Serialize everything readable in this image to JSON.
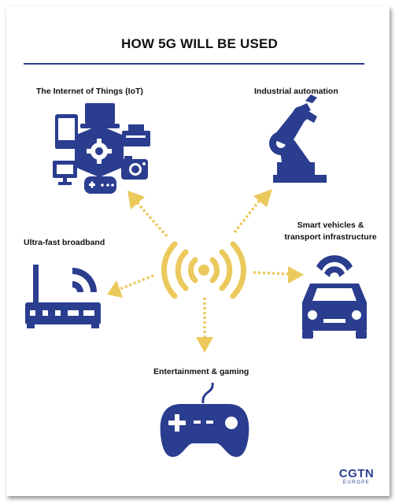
{
  "title": "HOW 5G WILL BE USED",
  "labels": {
    "iot": "The Internet of Things (IoT)",
    "industrial": "Industrial automation",
    "broadband": "Ultra-fast broadband",
    "vehicles_line1": "Smart vehicles &",
    "vehicles_line2": "transport infrastructure",
    "entertainment": "Entertainment & gaming"
  },
  "brand": {
    "name": "CGTN",
    "sub": "EUROPE"
  },
  "colors": {
    "navy": "#2a3d8f",
    "accent": "#ebc95c"
  },
  "icons": [
    "iot-devices-icon",
    "robot-arm-icon",
    "wifi-router-icon",
    "smart-car-icon",
    "game-controller-icon",
    "wireless-signal-icon"
  ]
}
